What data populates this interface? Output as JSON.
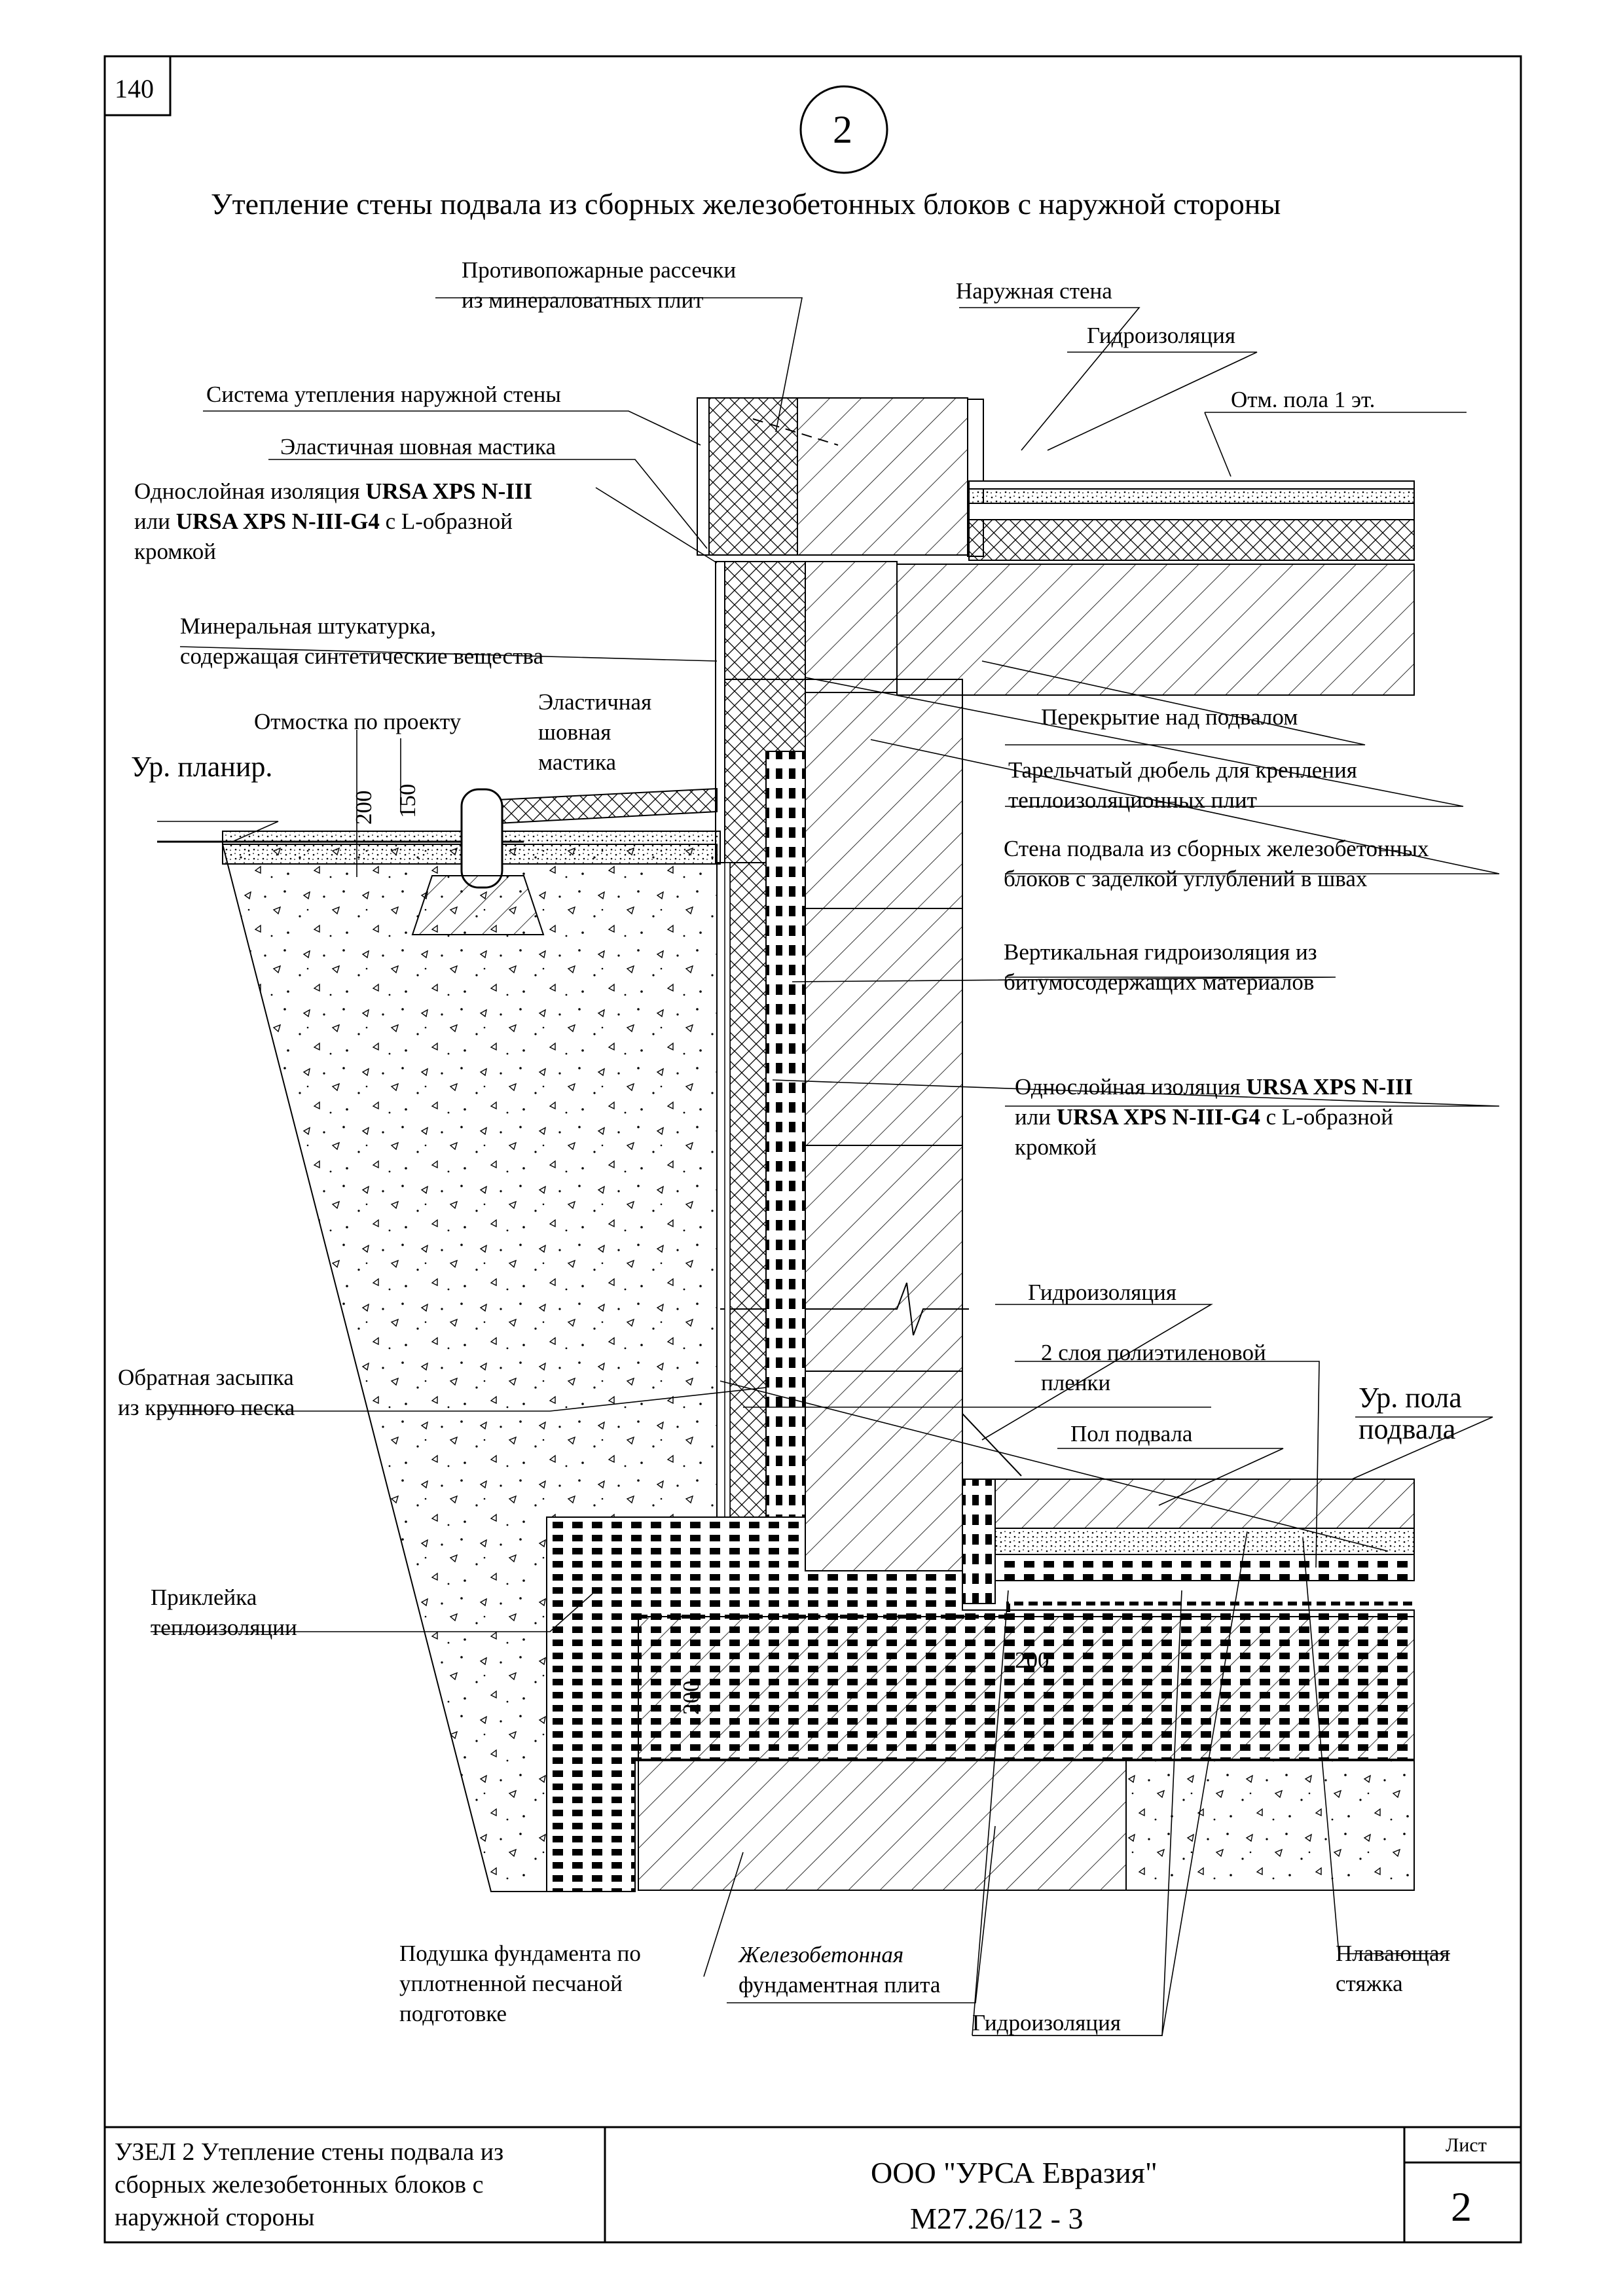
{
  "page_number": "140",
  "node_number": "2",
  "title": "Утепление стены подвала из сборных железобетонных блоков с наружной стороны",
  "labels": {
    "fire_breaks_1": "Противопожарные рассечки",
    "fire_breaks_2": "из минераловатных плит",
    "outer_wall": "Наружная стена",
    "waterproofing_top": "Гидроизоляция",
    "floor_level_1": "Отм. пола 1 эт.",
    "ext_insulation_system": "Система утепления наружной стены",
    "elastic_mastic_top": "Эластичная шовная мастика",
    "xps_a_1": "Однослойная изоляция",
    "xps_a_brand1": "URSA XPS N-III",
    "xps_a_2": "или",
    "xps_a_brand2": "URSA XPS N-III-G4",
    "xps_a_3": "с L-образной",
    "xps_a_4": "кромкой",
    "mineral_plaster_1": "Минеральная штукатурка,",
    "mineral_plaster_2": "содержащая синтетические вещества",
    "elastic_mastic_1": "Эластичная",
    "elastic_mastic_2": "шовная",
    "elastic_mastic_3": "мастика",
    "blind_area": "Отмостка по проекту",
    "grade_level": "Ур. планир.",
    "dim_200_v": "200",
    "dim_150_v": "150",
    "basement_slab": "Перекрытие над подвалом",
    "dowel_1": "Тарельчатый дюбель для крепления",
    "dowel_2": "теплоизоляционных плит",
    "basement_wall_1": "Стена подвала из сборных железобетонных",
    "basement_wall_2": "блоков с заделкой углублений в швах",
    "vertical_wp_1": "Вертикальная гидроизоляция из",
    "vertical_wp_2": "битумосодержащих материалов",
    "xps_b_1": "Однослойная изоляция",
    "xps_b_brand1": "URSA XPS N-III",
    "xps_b_2": "или",
    "xps_b_brand2": "URSA XPS N-III-G4",
    "xps_b_3": "с L-образной",
    "xps_b_4": "кромкой",
    "waterproofing_mid": "Гидроизоляция",
    "pe_film_1": "2 слоя полиэтиленовой",
    "pe_film_2": "пленки",
    "basement_floor_level_1": "Ур. пола",
    "basement_floor_level_2": "подвала",
    "basement_floor": "Пол подвала",
    "backfill_1": "Обратная засыпка",
    "backfill_2": "из крупного песка",
    "gluing_1": "Приклейка",
    "gluing_2": "теплоизоляции",
    "dim_200_h": "200",
    "dim_200_v2": "200",
    "foundation_pad_1": "Подушка фундамента по",
    "foundation_pad_2": "уплотненной песчаной",
    "foundation_pad_3": "подготовке",
    "rc_slab_1": "Железобетонная",
    "rc_slab_2": "фундаментная плита",
    "waterproofing_bottom": "Гидроизоляция",
    "floating_screed_1": "Плавающая",
    "floating_screed_2": "стяжка"
  },
  "title_block": {
    "desc_1": "УЗЕЛ 2 Утепление стены подвала из",
    "desc_2": "сборных железобетонных блоков с",
    "desc_3": "наружной стороны",
    "company": "ООО \"УРСА Евразия\"",
    "doc_code": "М27.26/12 - 3",
    "sheet_label": "Лист",
    "sheet_number": "2"
  }
}
